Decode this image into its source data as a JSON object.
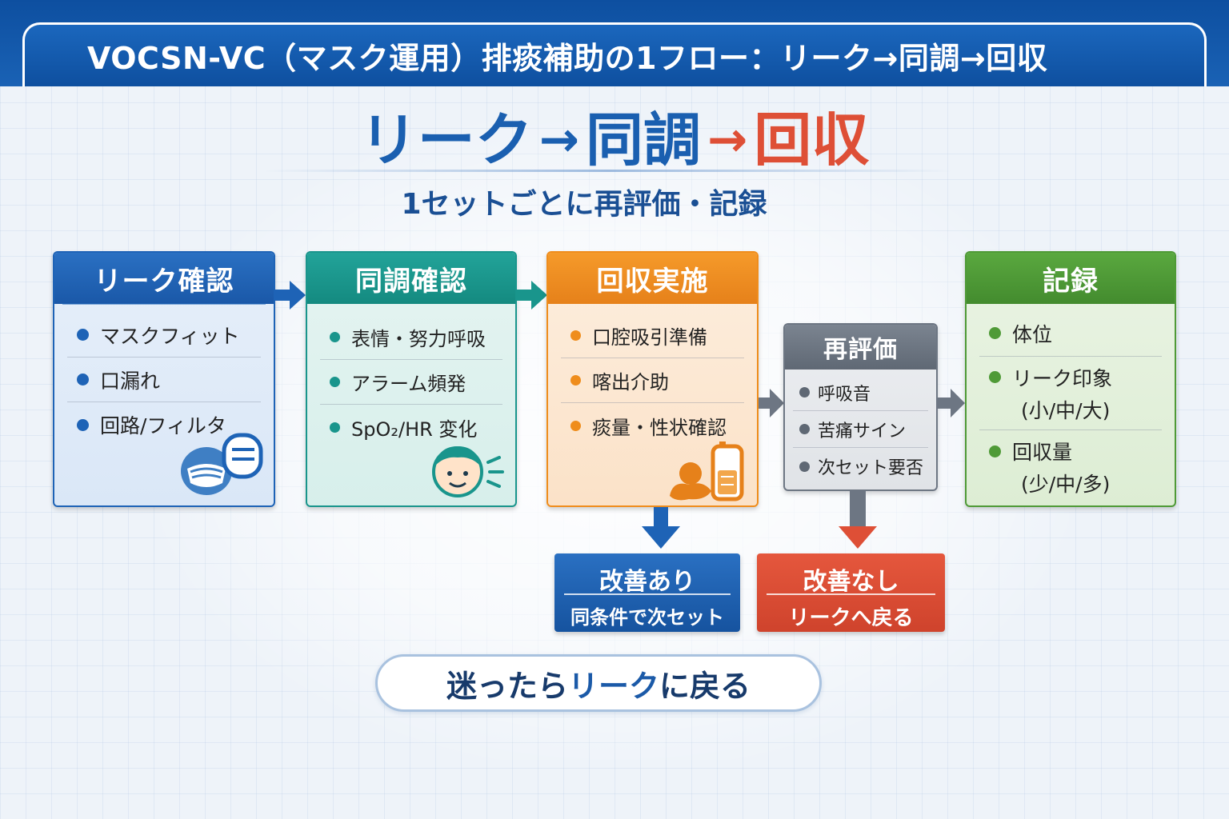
{
  "header": {
    "title": "VOCSN-VC（マスク運用）排痰補助の1フロー：リーク→同調→回収"
  },
  "main_flow": {
    "word1": "リーク",
    "arrow1": "→",
    "word2": "同調",
    "arrow2": "→",
    "word3": "回収",
    "subtitle": "1セットごとに再評価・記録"
  },
  "colors": {
    "blue": "#1e63b6",
    "teal": "#19958c",
    "orange": "#ef8d1c",
    "gray": "#6d7683",
    "green": "#4f9a37",
    "red": "#de4f36"
  },
  "cards": {
    "leak": {
      "title": "リーク確認",
      "items": [
        "マスクフィット",
        "口漏れ",
        "回路/フィルタ"
      ],
      "icon": "mask-icon"
    },
    "sync": {
      "title": "同調確認",
      "items": [
        "表情・努力呼吸",
        "アラーム頻発",
        "SpO₂/HR 変化"
      ],
      "icon": "face-icon"
    },
    "recovery": {
      "title": "回収実施",
      "items": [
        "口腔吸引準備",
        "喀出介助",
        "痰量・性状確認"
      ],
      "icon": "suction-icon"
    },
    "reassess": {
      "title": "再評価",
      "items": [
        "呼吸音",
        "苦痛サイン",
        "次セット要否"
      ]
    },
    "record": {
      "title": "記録",
      "items": [
        "体位",
        "リーク印象",
        "(小/中/大)",
        "回収量",
        "(少/中/多)"
      ]
    }
  },
  "outcomes": {
    "improved": {
      "title": "改善あり",
      "sub": "同条件で次セット"
    },
    "not_improved": {
      "title": "改善なし",
      "sub": "リークへ戻る"
    }
  },
  "footer": {
    "prefix": "迷ったら",
    "highlight": "リーク",
    "suffix": "に戻る"
  }
}
